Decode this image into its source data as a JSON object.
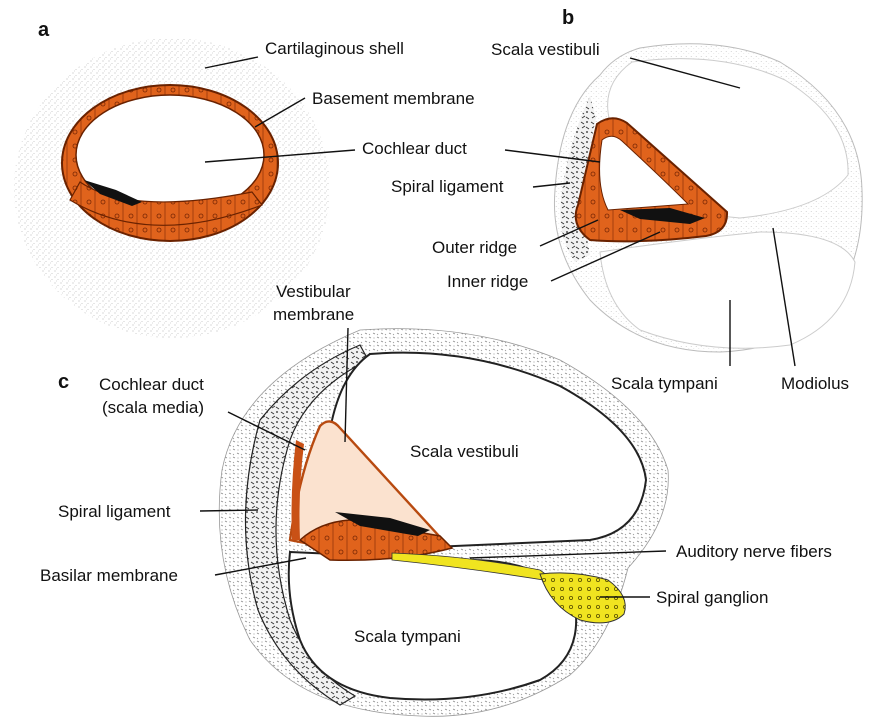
{
  "panels": {
    "a": {
      "letter": "a",
      "labels": {
        "cartilaginous_shell": "Cartilaginous shell",
        "basement_membrane": "Basement membrane",
        "cochlear_duct": "Cochlear duct"
      }
    },
    "b": {
      "letter": "b",
      "labels": {
        "scala_vestibuli": "Scala vestibuli",
        "spiral_ligament": "Spiral ligament",
        "outer_ridge": "Outer ridge",
        "inner_ridge": "Inner ridge",
        "scala_tympani": "Scala tympani",
        "modiolus": "Modiolus"
      }
    },
    "c": {
      "letter": "c",
      "labels": {
        "vestibular_membrane_1": "Vestibular",
        "vestibular_membrane_2": "membrane",
        "cochlear_duct_1": "Cochlear duct",
        "cochlear_duct_2": "(scala media)",
        "scala_vestibuli": "Scala vestibuli",
        "spiral_ligament": "Spiral ligament",
        "auditory_nerve_fibers": "Auditory nerve fibers",
        "basilar_membrane": "Basilar membrane",
        "spiral_ganglion": "Spiral ganglion",
        "scala_tympani": "Scala tympani"
      }
    }
  },
  "colors": {
    "epithelium": "#e0631c",
    "epithelium_dark": "#8a2e05",
    "ganglion": "#f0e420",
    "stipple": "#9a9a9a",
    "ink": "#111111"
  }
}
